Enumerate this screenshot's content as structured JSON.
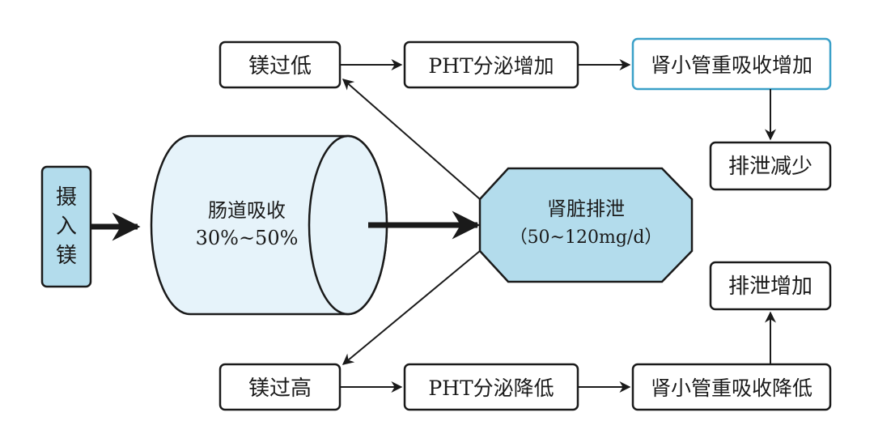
{
  "intake": {
    "line1": "摄",
    "line2": "入",
    "line3": "镁"
  },
  "intestine": {
    "line1": "肠道吸收",
    "line2": "30%~50%"
  },
  "kidney": {
    "line1": "肾脏排泄",
    "line2": "（50~120mg/d）"
  },
  "top_row": {
    "low_mg": "镁过低",
    "pth_up": "PHT分泌增加",
    "reabsorb_up": "肾小管重吸收增加",
    "excretion_down": "排泄减少"
  },
  "bottom_row": {
    "high_mg": "镁过高",
    "pth_down": "PHT分泌降低",
    "reabsorb_down": "肾小管重吸收降低",
    "excretion_up": "排泄增加"
  },
  "colors": {
    "fill_blue": "#b3dcec",
    "fill_light": "#e6f3fa",
    "stroke": "#1a1a1a",
    "highlight_border": "#3aa0c8"
  }
}
